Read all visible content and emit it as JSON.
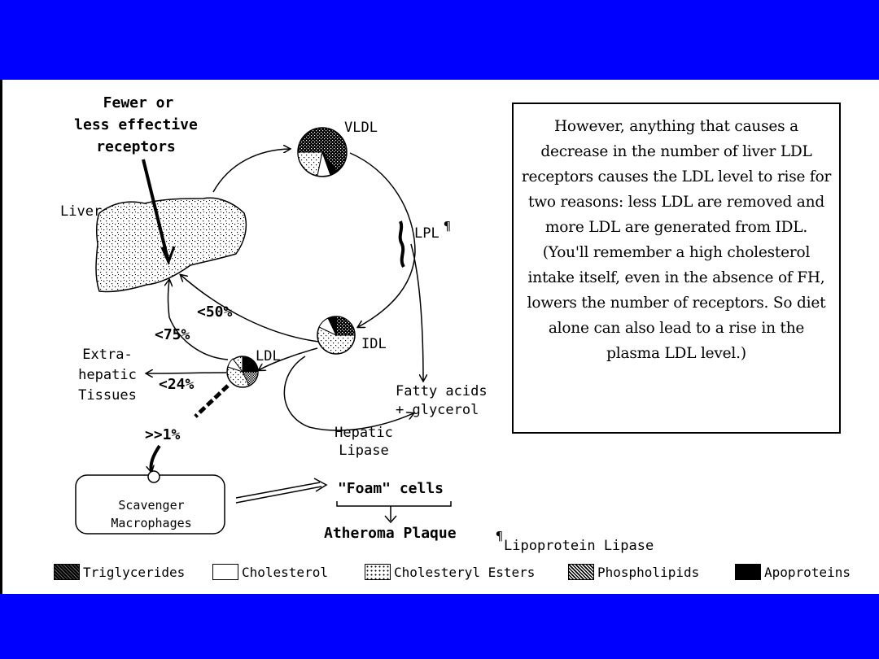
{
  "labels": {
    "receptors": [
      "Fewer or",
      "less effective",
      "receptors"
    ],
    "liver": "Liver",
    "vldl": "VLDL",
    "lpl": "LPL",
    "lpl_mark": "¶",
    "idl": "IDL",
    "ldl": "LDL",
    "pct50": "<50%",
    "pct75": "<75%",
    "pct24": "<24%",
    "pct1": ">>1%",
    "extrahepatic": [
      "Extra-",
      "hepatic",
      "Tissues"
    ],
    "fatty": [
      "Fatty acids",
      "+ glycerol"
    ],
    "hepatic_lipase": [
      "Hepatic",
      "Lipase"
    ],
    "scavenger": [
      "Scavenger",
      "Macrophages"
    ],
    "foam": "\"Foam\" cells",
    "atheroma": "Atheroma Plaque",
    "footnote_mark": "¶",
    "footnote": "Lipoprotein Lipase"
  },
  "textbox": {
    "text": "However, anything that causes a decrease in the number of liver LDL  receptors causes the LDL level to rise for two reasons: less LDL are removed and more LDL are generated from IDL. (You'll remember a high cholesterol intake itself, even in the absence of FH, lowers the number of receptors. So diet alone can also lead to a rise in the plasma LDL level.)"
  },
  "legend": [
    {
      "label": "Triglycerides",
      "pattern": "dense-dots"
    },
    {
      "label": "Cholesterol",
      "pattern": "white"
    },
    {
      "label": "Cholesteryl Esters",
      "pattern": "sparse-dots"
    },
    {
      "label": "Phospholipids",
      "pattern": "grey-dots"
    },
    {
      "label": "Apoproteins",
      "pattern": "black"
    }
  ],
  "colors": {
    "background": "#0000ff",
    "panel": "#ffffff",
    "ink": "#000000"
  }
}
